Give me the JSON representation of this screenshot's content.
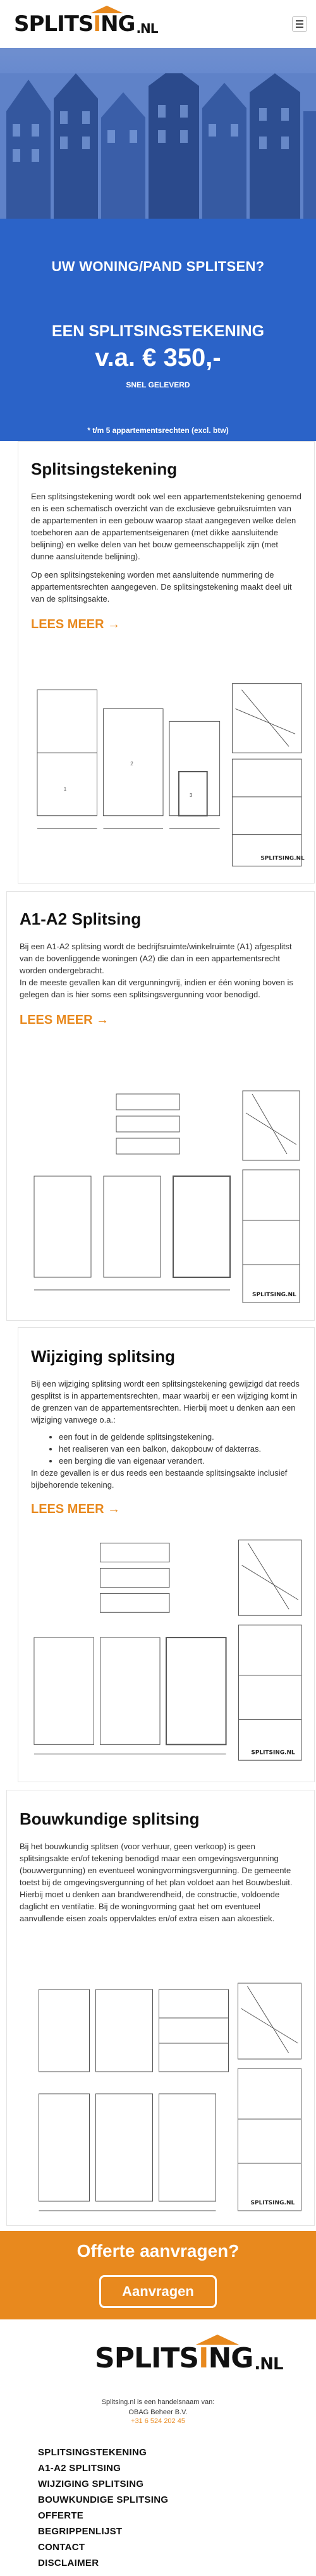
{
  "header": {
    "logo_main": "SPLITS",
    "logo_roof": "I",
    "logo_end": "NG",
    "logo_tld": ".NL"
  },
  "hero": {
    "title": "UW WONING/PAND SPLITSEN?",
    "subtitle": "EEN SPLITSINGSTEKENING",
    "price": "v.a. € 350,-",
    "fast": "SNEL GELEVERD",
    "note": "* t/m 5 appartementsrechten (excl. btw)"
  },
  "sections": [
    {
      "title": "Splitsingstekening",
      "paragraphs": [
        "Een splitsingstekening wordt ook wel een appartementstekening genoemd en is een schematisch overzicht van de exclusieve gebruiksruimten van de appartementen in een gebouw waarop staat aangegeven welke delen toebehoren aan de appartementseigenaren (met dikke aansluitende belijning) en welke delen van het bouw gemeenschappelijk zijn (met dunne aansluitende belijning).",
        "Op een splitsingstekening worden met aansluitende nummering de appartementsrechten aangegeven. De splitsingstekening maakt deel uit van de splitsingsakte."
      ],
      "more": "LEES MEER →"
    },
    {
      "title": "A1-A2 Splitsing",
      "paragraphs": [
        "Bij een A1-A2 splitsing wordt de bedrijfsruimte/winkelruimte (A1) afgesplitst van de bovenliggende woningen (A2) die dan in een appartementsrecht worden ondergebracht.",
        "In de meeste gevallen kan dit vergunningvrij, indien er één woning boven is gelegen dan is hier soms een splitsingsvergunning voor benodigd."
      ],
      "more": "LEES MEER →"
    },
    {
      "title": "Wijziging splitsing",
      "paragraphs": [
        "Bij een wijziging splitsing wordt een splitsingstekening gewijzigd dat reeds gesplitst is in appartementsrechten, maar waarbij er een wijziging komt in de grenzen van de appartementsrechten. Hierbij moet u denken aan een wijziging vanwege o.a.:"
      ],
      "bullets": [
        "een fout in de geldende splitsingstekening.",
        "het realiseren van een balkon, dakopbouw of dakterras.",
        "een berging die van eigenaar verandert."
      ],
      "after": "In deze gevallen is er dus reeds een bestaande splitsingsakte inclusief bijbehorende tekening.",
      "more": "LEES MEER →"
    },
    {
      "title": "Bouwkundige splitsing",
      "paragraphs": [
        "Bij het bouwkundig splitsen (voor verhuur, geen verkoop) is geen splitsingsakte en/of tekening benodigd maar een omgevingsvergunning (bouwvergunning) en eventueel woningvormingsvergunning. De gemeente toetst bij de omgevingsvergunning of het plan voldoet aan het Bouwbesluit. Hierbij moet u denken aan brandwerendheid, de constructie, voldoende daglicht en ventilatie. Bij de woningvorming gaat het om eventueel aanvullende eisen zoals oppervlaktes en/of extra eisen aan akoestiek."
      ],
      "more": ""
    }
  ],
  "cta": {
    "title": "Offerte aanvragen?",
    "button": "Aanvragen"
  },
  "footer": {
    "line1": "Splitsing.nl is een handelsnaam van:",
    "line2": "OBAG Beheer B.V.",
    "phone": "+31 6 524 202 45",
    "nav": [
      "SPLITSINGSTEKENING",
      "A1-A2 SPLITSING",
      "WIJZIGING SPLITSING",
      "BOUWKUNDIGE SPLITSING",
      "OFFERTE",
      "BEGRIPPENLIJST",
      "CONTACT",
      "DISCLAIMER"
    ]
  },
  "icons": {
    "menu": "hamburger-icon",
    "arrow": "arrow-right-icon"
  },
  "colors": {
    "accent": "#e8891e",
    "hero_blue": "#2b63c8"
  }
}
